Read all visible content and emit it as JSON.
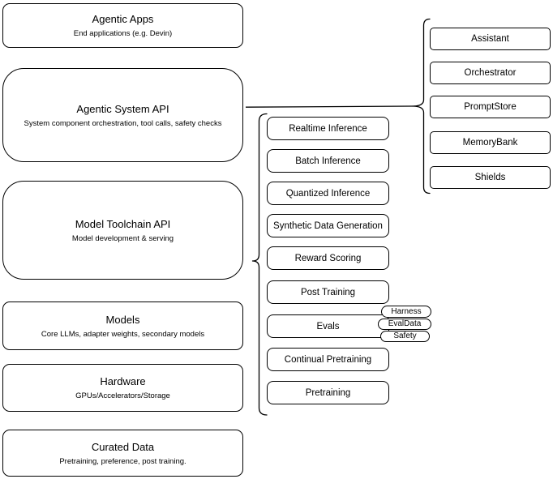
{
  "colors": {
    "stroke": "#000000",
    "fill": "#ffffff",
    "text": "#000000"
  },
  "left_stack": [
    {
      "title": "Agentic Apps",
      "subtitle": "End applications (e.g. Devin)"
    },
    {
      "title": "Agentic System API",
      "subtitle": "System component orchestration, tool calls, safety checks"
    },
    {
      "title": "Model Toolchain API",
      "subtitle": "Model development & serving"
    },
    {
      "title": "Models",
      "subtitle": "Core LLMs, adapter weights, secondary models"
    },
    {
      "title": "Hardware",
      "subtitle": "GPUs/Accelerators/Storage"
    },
    {
      "title": "Curated Data",
      "subtitle": "Pretraining, preference, post training."
    }
  ],
  "toolchain_items": [
    "Realtime Inference",
    "Batch Inference",
    "Quantized Inference",
    "Synthetic Data Generation",
    "Reward Scoring",
    "Post Training",
    "Evals",
    "Continual Pretraining",
    "Pretraining"
  ],
  "eval_tags": [
    "Harness",
    "EvalData",
    "Safety"
  ],
  "system_components": [
    "Assistant",
    "Orchestrator",
    "PromptStore",
    "MemoryBank",
    "Shields"
  ]
}
